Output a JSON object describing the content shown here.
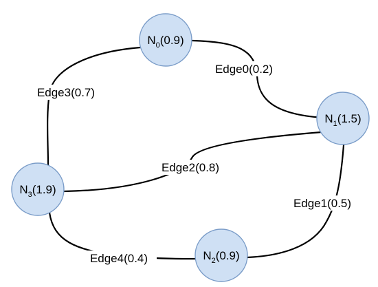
{
  "diagram": {
    "nodes": [
      {
        "id": "N0",
        "name": "N",
        "index": "0",
        "value": "(0.9)"
      },
      {
        "id": "N1",
        "name": "N",
        "index": "1",
        "value": "(1.5)"
      },
      {
        "id": "N2",
        "name": "N",
        "index": "2",
        "value": "(0.9)"
      },
      {
        "id": "N3",
        "name": "N",
        "index": "3",
        "value": "(1.9)"
      }
    ],
    "edges": [
      {
        "id": "Edge0",
        "from": "N0",
        "to": "N1",
        "label": "Edge0(0.2)"
      },
      {
        "id": "Edge1",
        "from": "N1",
        "to": "N2",
        "label": "Edge1(0.5)"
      },
      {
        "id": "Edge2",
        "from": "N1",
        "to": "N3",
        "label": "Edge2(0.8)"
      },
      {
        "id": "Edge3",
        "from": "N0",
        "to": "N3",
        "label": "Edge3(0.7)"
      },
      {
        "id": "Edge4",
        "from": "N3",
        "to": "N2",
        "label": "Edge4(0.4)"
      }
    ],
    "colors": {
      "node_fill": "#cfe0f4",
      "node_stroke": "#7a9cc8",
      "edge": "#000000",
      "text": "#000000"
    }
  }
}
